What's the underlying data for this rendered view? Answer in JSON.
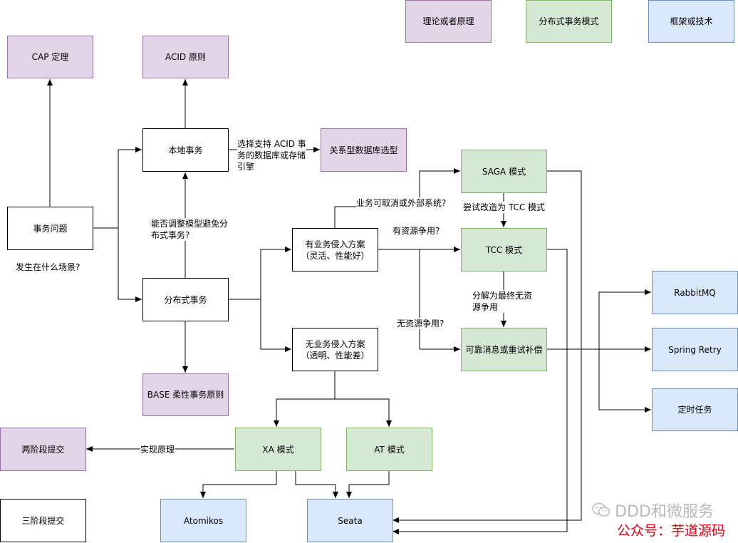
{
  "legend": {
    "theory": "理论或者原理",
    "pattern": "分布式事务模式",
    "tech": "框架或技术"
  },
  "nodes": {
    "cap": "CAP 定理",
    "acid": "ACID 原则",
    "local_tx": "本地事务",
    "rdb": "关系型数据库选型",
    "tx_problem": "事务问题",
    "dist_tx": "分布式事务",
    "base": "BASE 柔性事务原则",
    "intrusive": "有业务侵入方案\n（灵活、性能好）",
    "non_intrusive": "无业务侵入方案\n（透明、性能差）",
    "saga": "SAGA 模式",
    "tcc": "TCC 模式",
    "reliable_msg": "可靠消息或重试补偿",
    "rabbitmq": "RabbitMQ",
    "spring_retry": "Spring Retry",
    "scheduled": "定时任务",
    "xa": "XA 模式",
    "at": "AT 模式",
    "two_phase": "两阶段提交",
    "three_phase": "三阶段提交",
    "atomikos": "Atomikos",
    "seata": "Seata"
  },
  "labels": {
    "scene": "发生在什么场景?",
    "choose_acid": "选择支持 ACID 事\n务的数据库或存储\n引擎",
    "adjust_model": "能否调整模型避免分\n布式事务?",
    "cancellable": "业务可取消或外部系统?",
    "try_tcc": "尝试改造为 TCC 模式",
    "has_contention": "有资源争用?",
    "decompose": "分解为最终无资\n源争用",
    "no_contention": "无资源争用?",
    "impl_principle": "实现原理"
  },
  "watermark": {
    "brand": "DDD和微服务",
    "account": "公众号：芋道源码"
  },
  "colors": {
    "theory_fill": "#e1d5e7",
    "pattern_fill": "#d5e8d4",
    "tech_fill": "#dae8fc"
  }
}
